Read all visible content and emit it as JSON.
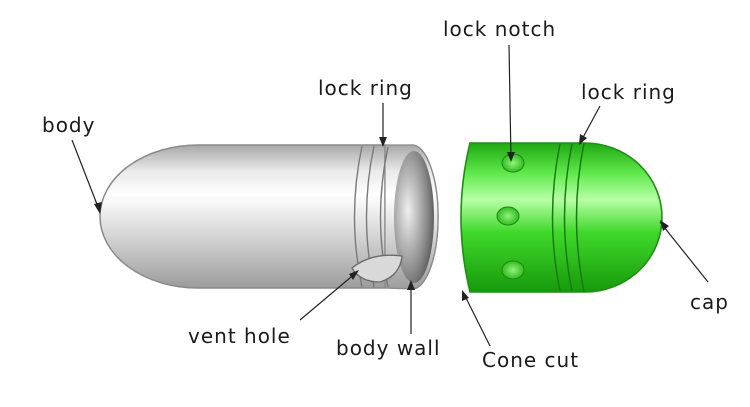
{
  "labels": {
    "body": "body",
    "lock_ring_body": "lock ring",
    "lock_notch": "lock notch",
    "lock_ring_cap": "lock ring",
    "cap": "cap",
    "vent_hole": "vent hole",
    "body_wall": "body wall",
    "cone_cut": "Cone cut"
  },
  "colors": {
    "body_fill": "#d6d6d6",
    "cap_fill": "#34d21e",
    "cap_outline": "#1f8f14",
    "leader": "#222222",
    "text": "#1a1a1a"
  }
}
